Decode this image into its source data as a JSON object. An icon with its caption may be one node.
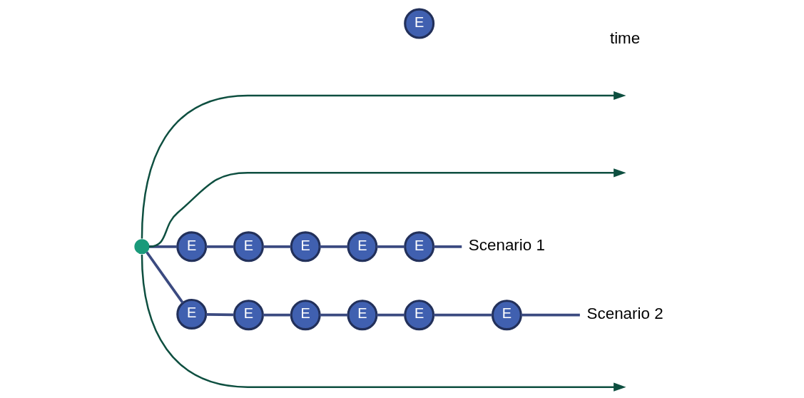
{
  "diagram": {
    "nodes": [
      {
        "text": [],
        "shape": "circle"
      },
      {
        "text": [
          "E"
        ]
      },
      {
        "text": [
          "E"
        ]
      },
      {
        "text": [
          "E"
        ]
      },
      {
        "text": [
          "E"
        ]
      },
      {
        "text": [
          "E"
        ]
      },
      {
        "text": [
          "E"
        ]
      },
      {
        "text": [
          "E"
        ]
      },
      {
        "text": [
          "E"
        ]
      },
      {
        "text": [
          "E"
        ]
      },
      {
        "text": [
          "E"
        ]
      },
      {
        "text": [
          "E"
        ]
      },
      {
        "text": [
          "E"
        ]
      },
      {
        "text": [
          "Scenario 1"
        ]
      },
      {
        "text": [
          "Scenario 2"
        ]
      }
    ],
    "edges": [
      {
        "from": 0,
        "to": null,
        "arrow": "to",
        "color": "#0e4f40"
      },
      {
        "from": 0,
        "to": null,
        "arrow": "to",
        "color": "#0e4f40"
      },
      {
        "from": 0,
        "to": null,
        "arrow": "to",
        "color": "#0e4f40"
      },
      {
        "from": 0,
        "to": 1,
        "arrow": "none"
      },
      {
        "from": 1,
        "to": 2,
        "arrow": "none"
      },
      {
        "from": 2,
        "to": 5,
        "arrow": "none"
      },
      {
        "from": 5,
        "to": 8,
        "arrow": "none"
      },
      {
        "from": 8,
        "to": 9,
        "arrow": "none"
      },
      {
        "from": 9,
        "to": 13,
        "arrow": "none"
      },
      {
        "from": 0,
        "to": 3,
        "arrow": "none"
      },
      {
        "from": 3,
        "to": 4,
        "arrow": "none"
      },
      {
        "from": 4,
        "to": 6,
        "arrow": "none"
      },
      {
        "from": 6,
        "to": 7,
        "arrow": "none"
      },
      {
        "from": 7,
        "to": 11,
        "arrow": "none"
      },
      {
        "from": 11,
        "to": 12,
        "arrow": "none"
      },
      {
        "from": 12,
        "to": 14,
        "arrow": "none"
      }
    ],
    "labels": [
      "time"
    ]
  }
}
